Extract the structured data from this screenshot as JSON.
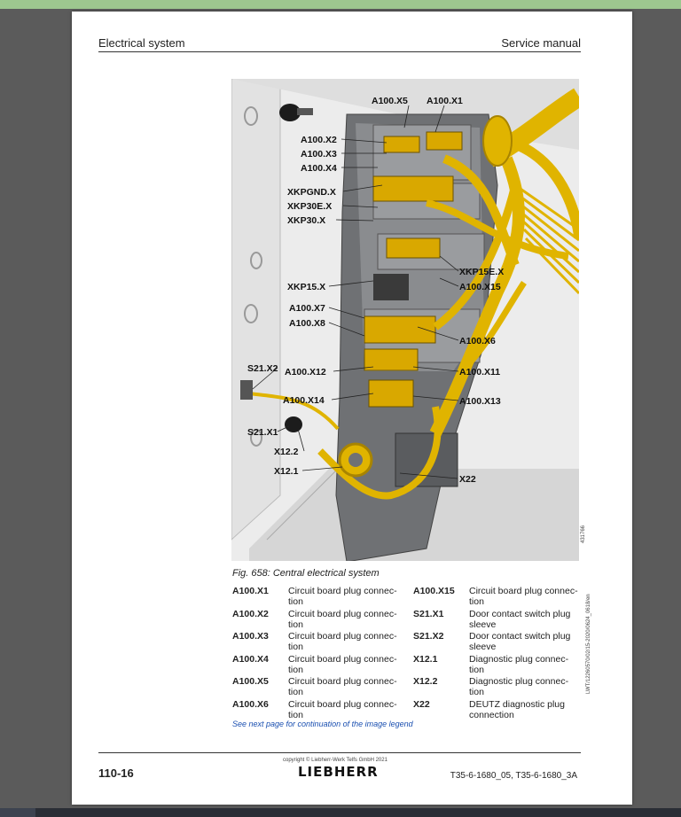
{
  "header": {
    "left": "Electrical system",
    "right": "Service manual"
  },
  "figure": {
    "id_code": "431766",
    "side_code": "LWT/12260570/02/15-2020/0624_0618/en",
    "labels": {
      "a100x5": "A100.X5",
      "a100x1": "A100.X1",
      "a100x2": "A100.X2",
      "a100x3": "A100.X3",
      "a100x4": "A100.X4",
      "xkpgnd": "XKPGND.X",
      "xkp30e": "XKP30E.X",
      "xkp30": "XKP30.X",
      "xkp15e": "XKP15E.X",
      "xkp15": "XKP15.X",
      "a100x15": "A100.X15",
      "a100x7": "A100.X7",
      "a100x8": "A100.X8",
      "a100x6": "A100.X6",
      "s21x2": "S21.X2",
      "a100x12": "A100.X12",
      "a100x11": "A100.X11",
      "a100x14": "A100.X14",
      "a100x13": "A100.X13",
      "s21x1": "S21.X1",
      "x122": "X12.2",
      "x121": "X12.1",
      "x22": "X22"
    }
  },
  "caption": "Fig. 658: Central electrical system",
  "legend": [
    {
      "key": "A100.X1",
      "desc": "Circuit board plug connec-\ntion"
    },
    {
      "key": "A100.X2",
      "desc": "Circuit board plug connec-\ntion"
    },
    {
      "key": "A100.X3",
      "desc": "Circuit board plug connec-\ntion"
    },
    {
      "key": "A100.X4",
      "desc": "Circuit board plug connec-\ntion"
    },
    {
      "key": "A100.X5",
      "desc": "Circuit board plug connec-\ntion"
    },
    {
      "key": "A100.X6",
      "desc": "Circuit board plug connec-\ntion"
    },
    {
      "key": "A100.X15",
      "desc": "Circuit board plug connec-\ntion"
    },
    {
      "key": "S21.X1",
      "desc": "Door contact switch plug\nsleeve"
    },
    {
      "key": "S21.X2",
      "desc": "Door contact switch plug\nsleeve"
    },
    {
      "key": "X12.1",
      "desc": "Diagnostic plug connec-\ntion"
    },
    {
      "key": "X12.2",
      "desc": "Diagnostic plug connec-\ntion"
    },
    {
      "key": "X22",
      "desc": "DEUTZ diagnostic plug\nconnection"
    }
  ],
  "see_next": "See next page for continuation of the image legend",
  "footer": {
    "page": "110-16",
    "copyright": "copyright © Liebherr-Werk Telfs GmbH 2021",
    "logo": "LIEBHERR",
    "doc": "T35-6-1680_05, T35-6-1680_3A"
  },
  "colors": {
    "harness": "#e0b400",
    "harness_dark": "#a88400",
    "panel": "#6f7174",
    "wall": "#e6e6e6"
  }
}
